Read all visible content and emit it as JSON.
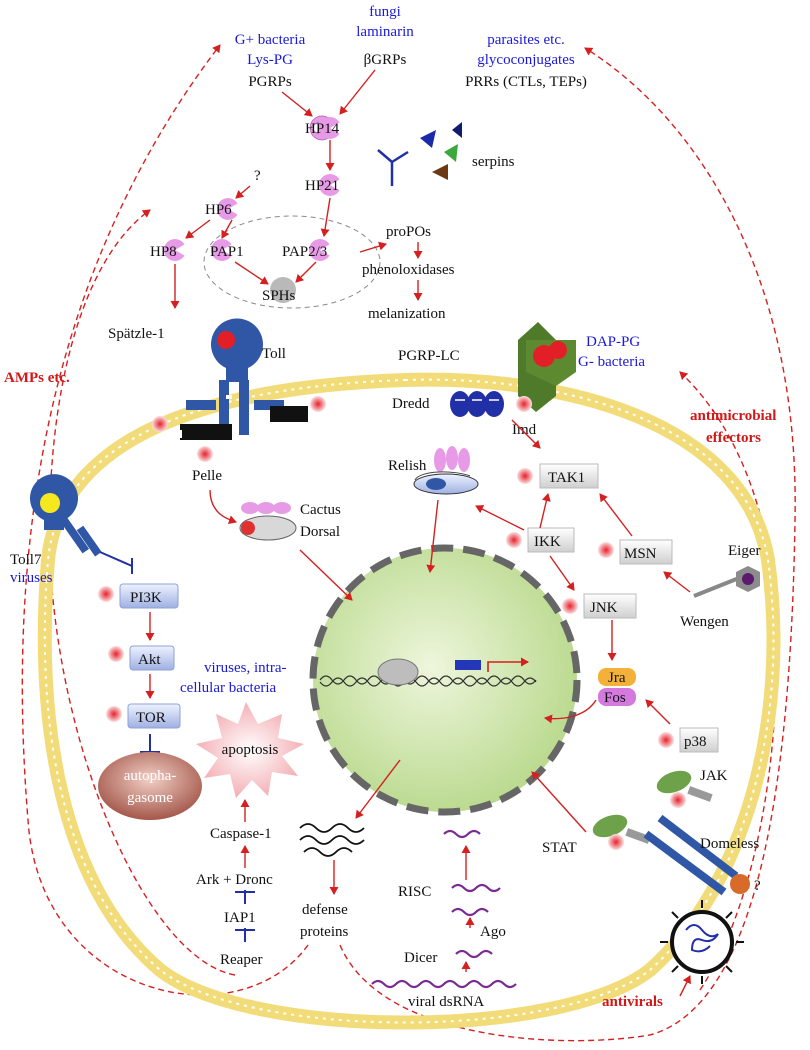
{
  "colors": {
    "red_arrow": "#d42020",
    "blue": "#1a1ad6",
    "membrane": "#f2dc7a",
    "nucleus": "#cfe6a8",
    "protease": "#e79be6",
    "receptor_blue": "#2f57a6",
    "pgrp_green": "#4f7a2a"
  },
  "top": {
    "gplus": "G+ bacteria",
    "lyspg": "Lys-PG",
    "pgrps": "PGRPs",
    "fungi": "fungi",
    "laminarin": "laminarin",
    "bgrps": "βGRPs",
    "parasites": "parasites etc.",
    "glyco": "glycoconjugates",
    "prrs": "PRRs (CTLs, TEPs)"
  },
  "cascade": {
    "hp14": "HP14",
    "hp21": "HP21",
    "hp6": "HP6",
    "question": "?",
    "hp8": "HP8",
    "pap1": "PAP1",
    "pap23": "PAP2/3",
    "sphs": "SPHs",
    "serpins": "serpins",
    "propos": "proPOs",
    "phenol": "phenoloxidases",
    "melan": "melanization"
  },
  "toll": {
    "spatzle": "Spätzle-1",
    "toll": "Toll",
    "pelle": "Pelle",
    "cactus": "Cactus",
    "dorsal": "Dorsal"
  },
  "imd": {
    "pgrplc": "PGRP-LC",
    "dappg": "DAP-PG",
    "gminus": "G- bacteria",
    "dredd": "Dredd",
    "imd": "Imd",
    "relish": "Relish",
    "tak1": "TAK1",
    "ikk": "IKK",
    "msn": "MSN",
    "eiger": "Eiger",
    "wengen": "Wengen",
    "jnk": "JNK",
    "jra": "Jra",
    "fos": "Fos",
    "p38": "p38"
  },
  "left": {
    "amps": "AMPs etc.",
    "toll7": "Toll7",
    "viruses": "viruses",
    "pi3k": "PI3K",
    "akt": "Akt",
    "vir_intra": "viruses, intra-",
    "cell_bact": "cellular bacteria",
    "tor": "TOR",
    "autopha": "autopha-",
    "gasome": "gasome",
    "apoptosis": "apoptosis",
    "caspase": "Caspase-1",
    "arkdronc": "Ark + Dronc",
    "iap1": "IAP1",
    "reaper": "Reaper"
  },
  "right": {
    "antimicrobial": "antimicrobial",
    "effectors": "effectors",
    "jak": "JAK",
    "stat": "STAT",
    "domeless": "Domeless",
    "question": "?",
    "antivirals": "antivirals"
  },
  "bottom": {
    "defense": "defense",
    "proteins": "proteins",
    "risc": "RISC",
    "ago": "Ago",
    "dicer": "Dicer",
    "viraldsrna": "viral dsRNA"
  }
}
